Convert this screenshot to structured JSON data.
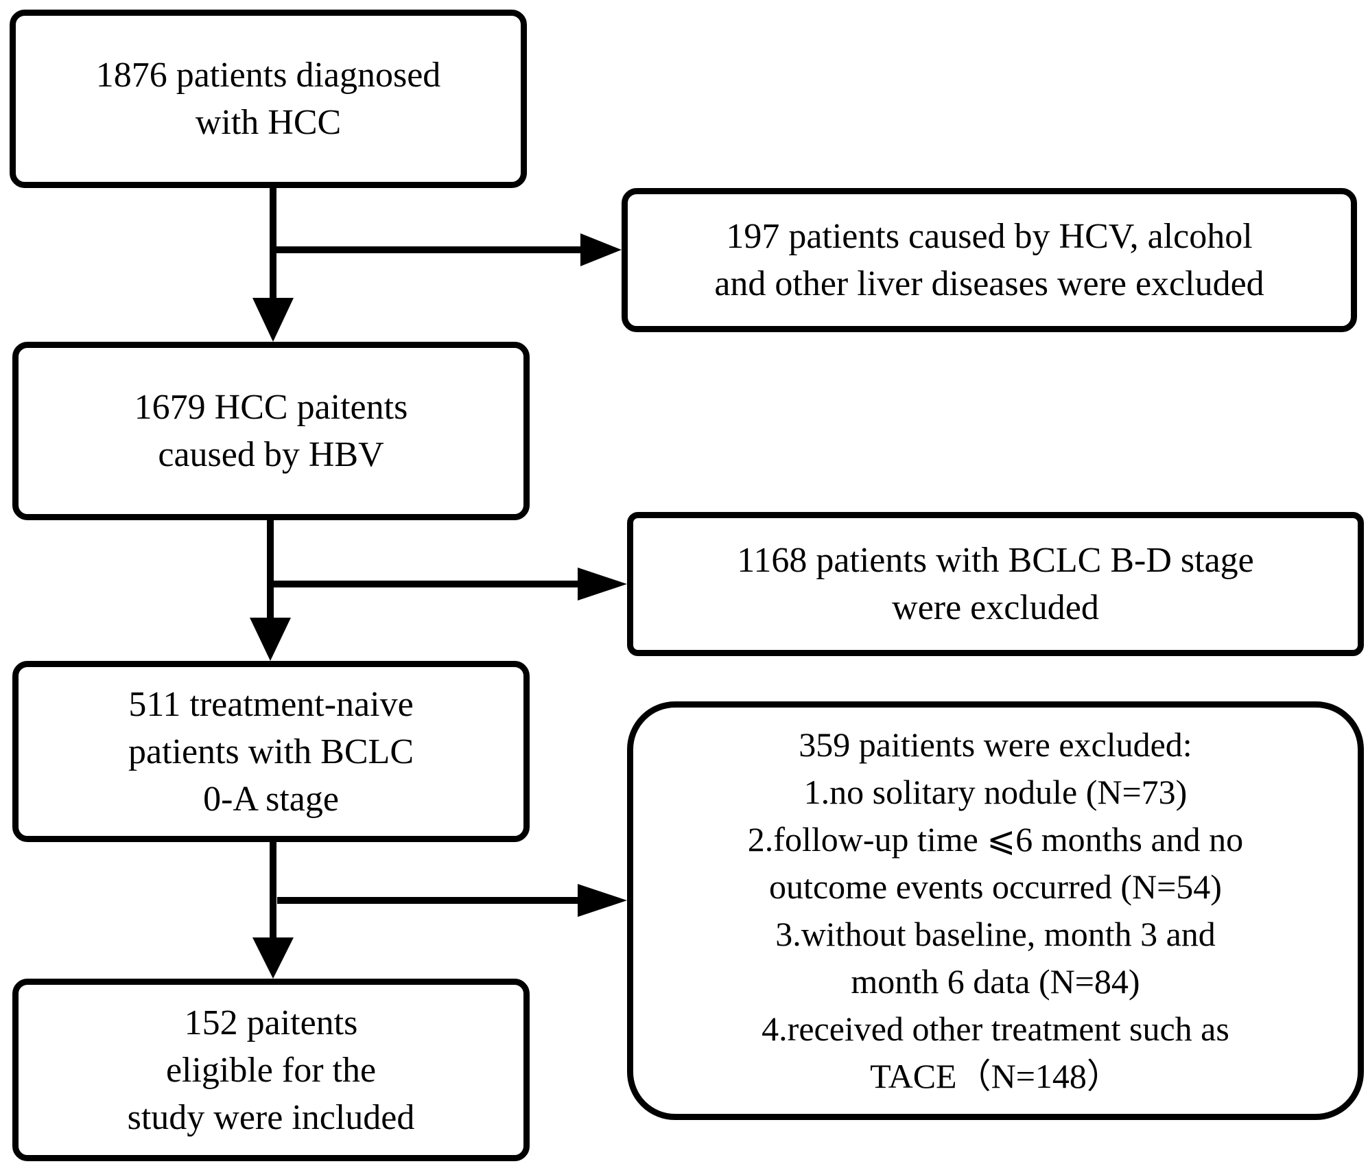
{
  "flowchart": {
    "box_total": {
      "lines": [
        "1876 patients diagnosed",
        "with HCC"
      ]
    },
    "box_excl_etiology": {
      "lines": [
        "197 patients caused by HCV, alcohol",
        "and other liver diseases were excluded"
      ]
    },
    "box_hbv": {
      "lines": [
        "1679 HCC paitents",
        "caused by HBV"
      ]
    },
    "box_excl_stage": {
      "lines": [
        "1168 patients with BCLC B-D stage",
        "were excluded"
      ]
    },
    "box_bclc": {
      "lines": [
        "511 treatment-naive",
        "patients with BCLC",
        "0-A stage"
      ]
    },
    "box_excl_other": {
      "lines": [
        "359 paitients were excluded:",
        "1.no solitary nodule (N=73)",
        "2.follow-up time ⩽6 months and no",
        "outcome events occurred (N=54)",
        "3.without baseline, month 3 and",
        "month 6 data (N=84)",
        "4.received other treatment such as",
        "TACE（N=148）"
      ]
    },
    "box_final": {
      "lines": [
        "152 paitents",
        "eligible for the",
        "study were included"
      ]
    }
  },
  "colors": {
    "stroke": "#000000",
    "background": "#ffffff"
  }
}
